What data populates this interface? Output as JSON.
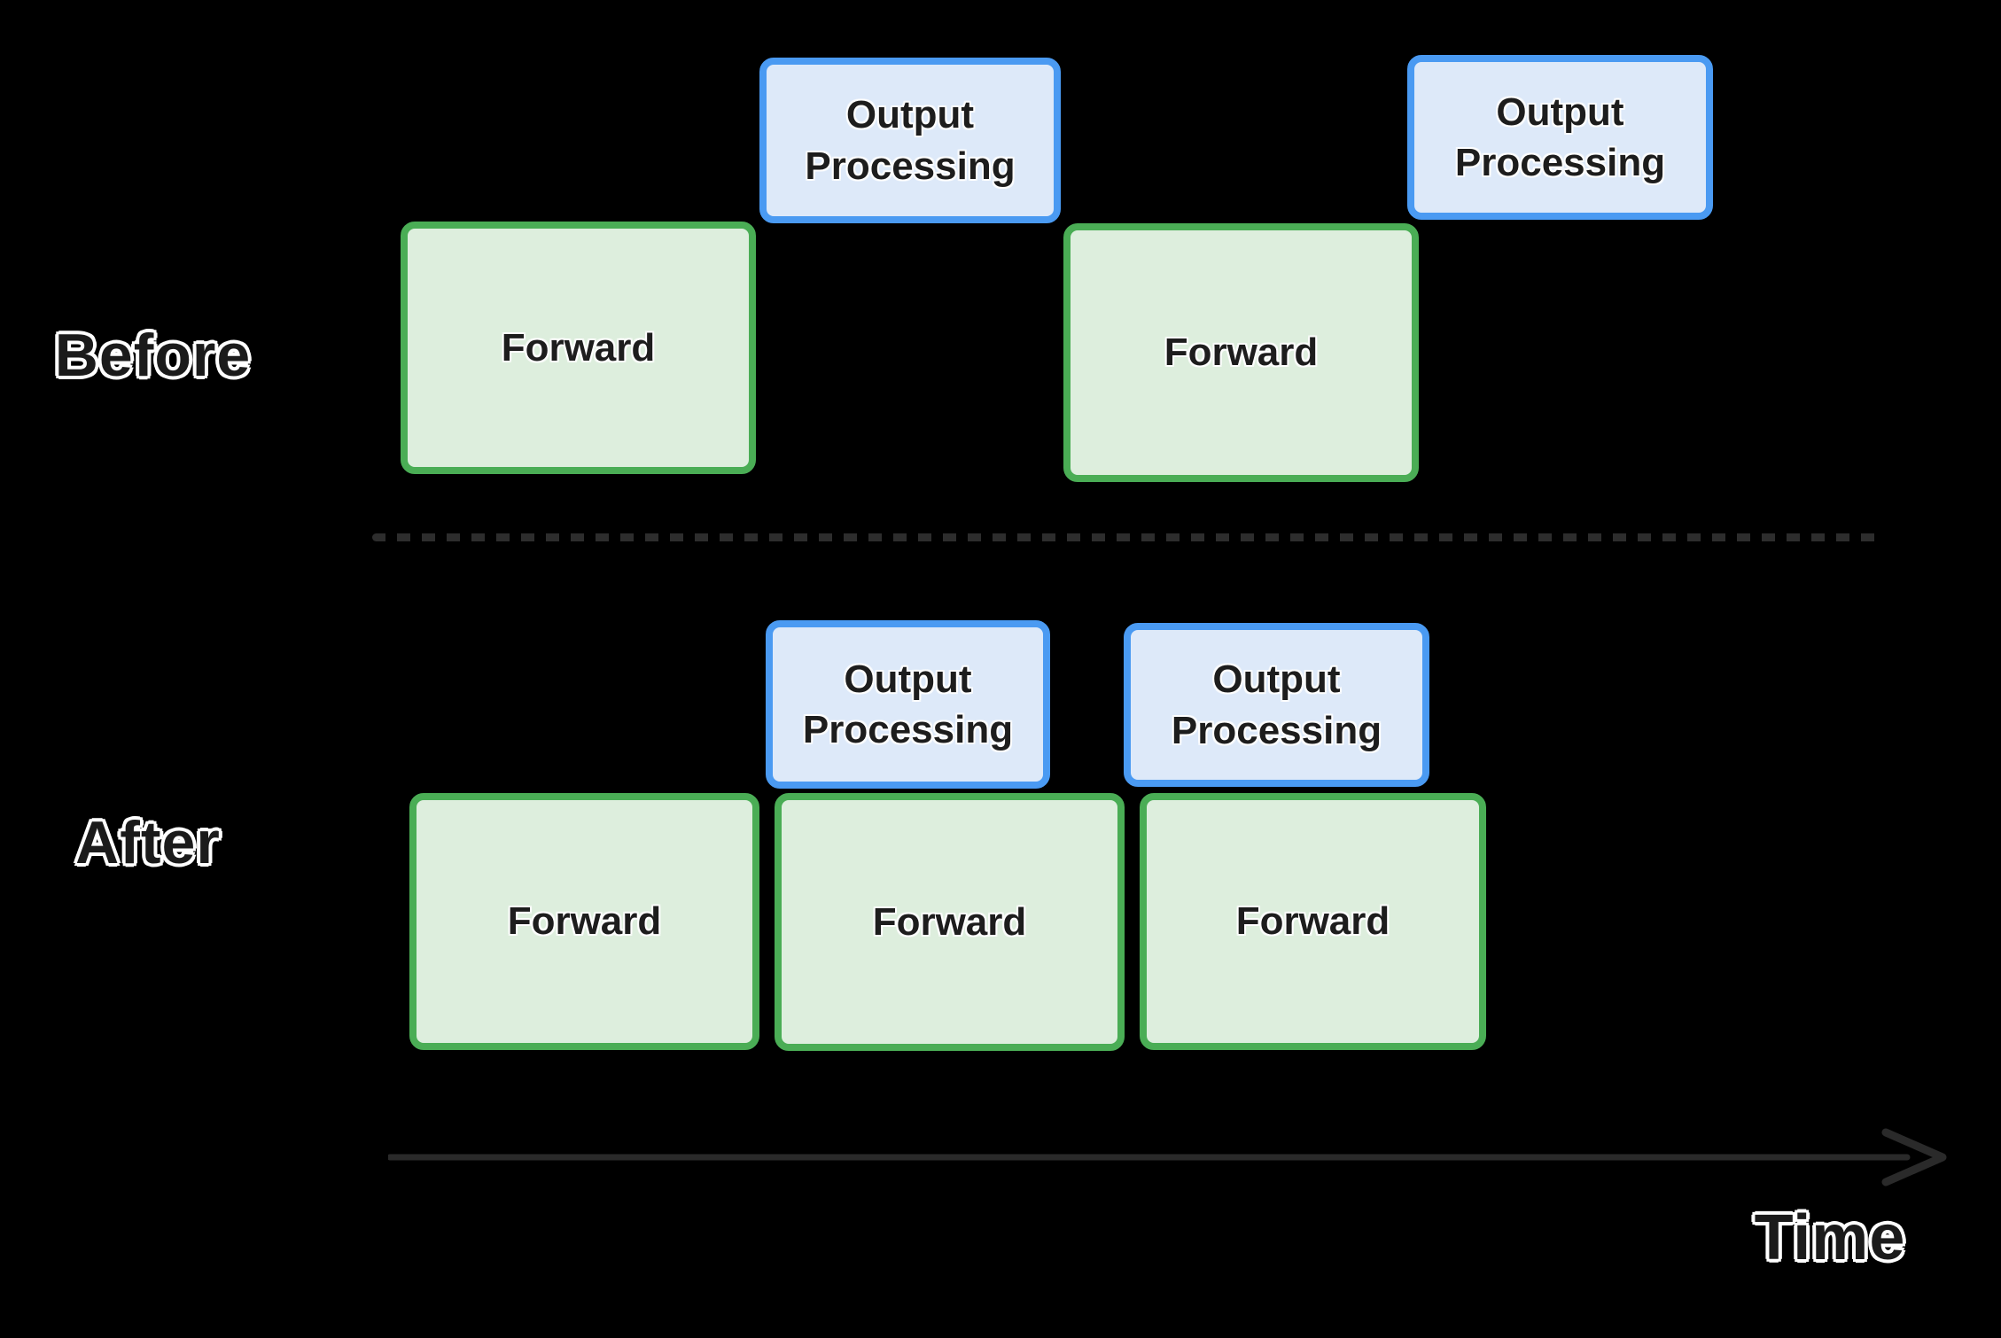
{
  "rows": [
    {
      "name": "before",
      "label": "Before",
      "boxes": [
        {
          "type": "forward",
          "label": "Forward"
        },
        {
          "type": "output",
          "label": "Output Processing"
        },
        {
          "type": "forward",
          "label": "Forward"
        },
        {
          "type": "output",
          "label": "Output Processing"
        }
      ]
    },
    {
      "name": "after",
      "label": "After",
      "boxes": [
        {
          "type": "output",
          "label": "Output Processing"
        },
        {
          "type": "output",
          "label": "Output Processing"
        },
        {
          "type": "forward",
          "label": "Forward"
        },
        {
          "type": "forward",
          "label": "Forward"
        },
        {
          "type": "forward",
          "label": "Forward"
        }
      ]
    }
  ],
  "axis": {
    "label": "Time"
  },
  "colors": {
    "background": "#000000",
    "forward_fill": "#ddeedd",
    "forward_border": "#4aad55",
    "output_fill": "#dde9f9",
    "output_border": "#4a9af2",
    "box_text": "#1d1d1d",
    "label_text": "#1b1b1b",
    "label_outline": "#ffffff",
    "divider": "#2d2d2d",
    "arrow": "#2a2a2a"
  }
}
